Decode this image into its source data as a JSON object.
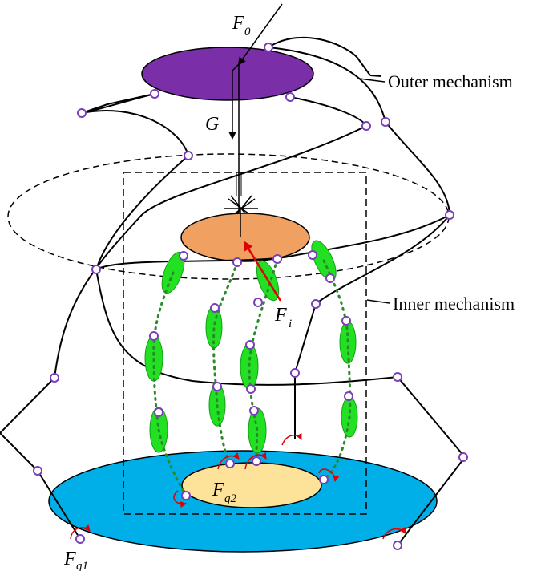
{
  "labels": {
    "outer": "Outer mechanism",
    "inner": "Inner mechanism",
    "f0_main": "F",
    "f0_sub": "0",
    "g": "G",
    "fi_main": "F",
    "fi_sub": "i",
    "fq1_main": "F",
    "fq1_sub": "q1",
    "fq2_main": "F",
    "fq2_sub": "q2"
  },
  "colors": {
    "top_platform": "#7a2fa8",
    "middle_platform": "#f0a060",
    "base_platform": "#00aee8",
    "inner_base": "#fde29a",
    "legs": "#22e022",
    "joints": "#7a3fb8",
    "force_fi": "#e00000",
    "torque_arrows": "#e00000"
  }
}
